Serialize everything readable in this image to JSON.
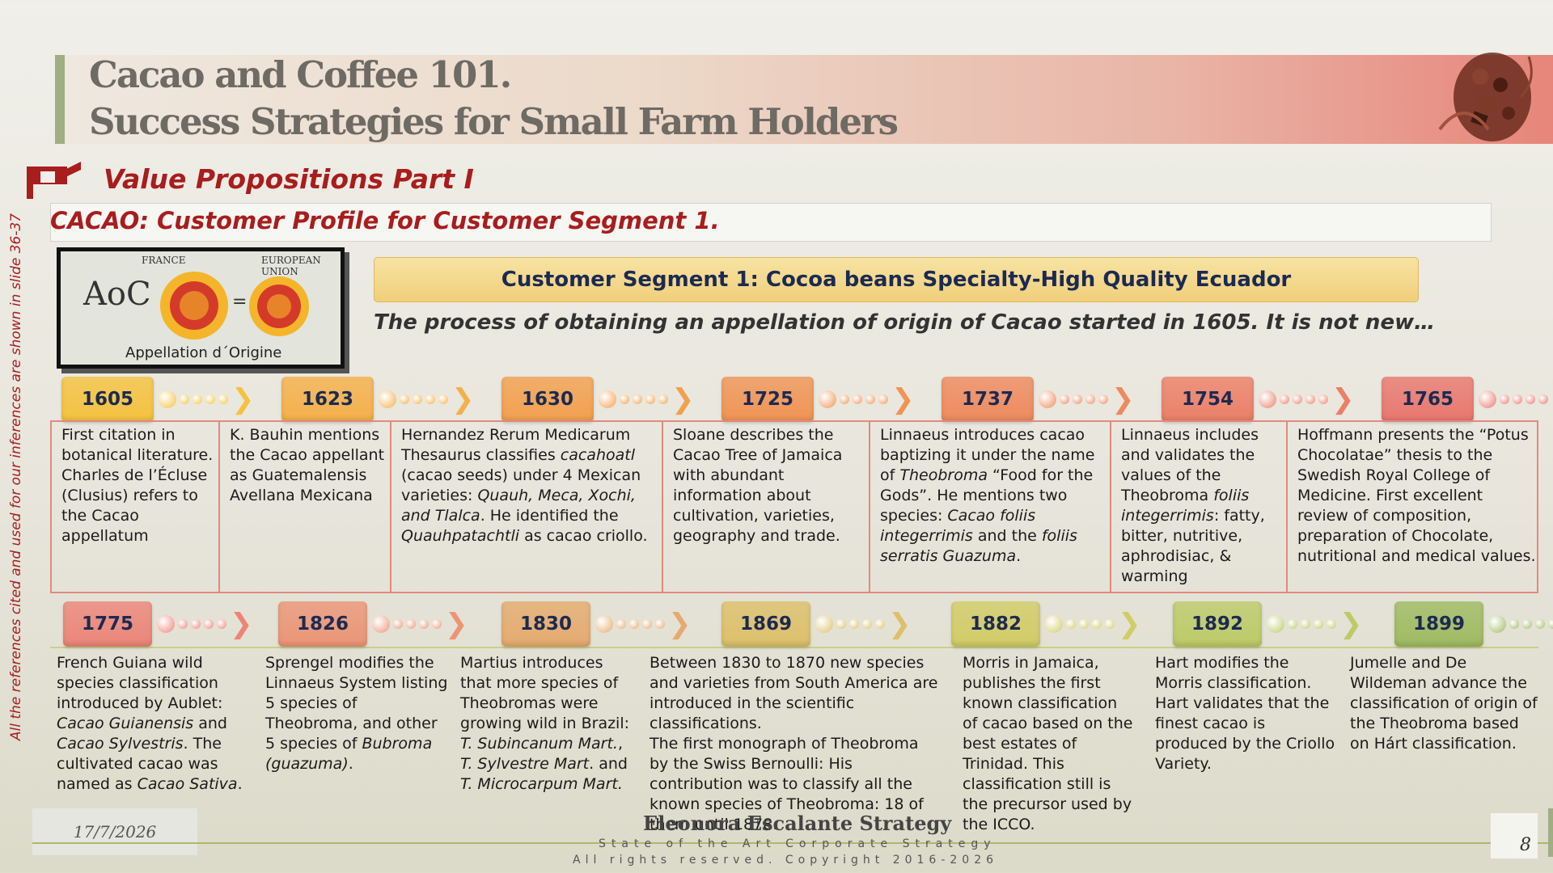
{
  "header": {
    "title_line1": "Cacao and Coffee 101.",
    "title_line2": "Success Strategies for Small Farm Holders"
  },
  "section_title": "Value Propositions Part I",
  "profile_title": "CACAO: Customer Profile for Customer Segment 1.",
  "side_note": "All the references cited and used for our inferences are shown in slide 36-37",
  "aoc": {
    "france": "FRANCE",
    "eu": "EUROPEAN UNION",
    "mark": "AoC",
    "caption": "Appellation d´Origine"
  },
  "segment_bar": "Customer Segment 1: Cocoa beans Specialty-High Quality Ecuador",
  "process_line": "The process of obtaining an appellation of origin of Cacao started in 1605. It is not new…",
  "row1": [
    {
      "year": "1605",
      "color": "#f5c23f",
      "html": "First citation in botanical literature.<br>Charles de l’Écluse (Clusius) refers to the Cacao appellatum"
    },
    {
      "year": "1623",
      "color": "#f5b04a",
      "html": "K. Bauhin mentions the Cacao appellant as Guatemalensis Avellana Mexicana"
    },
    {
      "year": "1630",
      "color": "#f2a04e",
      "html": "Hernandez Rerum Medicarum Thesaurus classifies <i>cacahoatl</i> (cacao seeds) under 4 Mexican varieties: <i>Quauh, Meca, Xochi, and Tlalca</i>. He identified the <i>Quauhpatachtli</i> as cacao criollo."
    },
    {
      "year": "1725",
      "color": "#f09455",
      "html": "Sloane describes the Cacao Tree of Jamaica with abundant information about cultivation, varieties, geography and trade."
    },
    {
      "year": "1737",
      "color": "#ee8a5e",
      "html": "Linnaeus introduces cacao baptizing it under the name of <i>Theobroma</i> “Food for the Gods”. He mentions two species: <i>Cacao foliis integerrimis</i> and the <i>foliis serratis Guazuma</i>."
    },
    {
      "year": "1754",
      "color": "#ec7f67",
      "html": "Linnaeus includes and validates the values of the Theobroma <i>foliis integerrimis</i>: fatty, bitter, nutritive, aphrodisiac, &amp; warming"
    },
    {
      "year": "1765",
      "color": "#e9776e",
      "html": "Hoffmann presents the “Potus Chocolatae” thesis to the Swedish Royal College of Medicine. First excellent review of composition, preparation of Chocolate, nutritional and medical values."
    }
  ],
  "row2": [
    {
      "year": "1775",
      "color": "#ec8579",
      "html": "French Guiana wild species classification introduced by Aublet: <i>Cacao Guianensis</i> and <i>Cacao Sylvestris</i>. The cultivated cacao was named as <i>Cacao Sativa</i>."
    },
    {
      "year": "1826",
      "color": "#eb9577",
      "html": "Sprengel modifies the Linnaeus System listing 5 species of Theobroma, and other 5 species of <i>Bubroma (guazuma)</i>."
    },
    {
      "year": "1830",
      "color": "#e5ab6e",
      "html": "Martius introduces that more species of Theobromas were growing wild in Brazil:  <i>T. Subincanum Mart.</i>, <i>T. Sylvestre Mart</i>. and <i>T. Microcarpum Mart.</i>"
    },
    {
      "year": "1869",
      "color": "#ddc06a",
      "html": "Between 1830 to 1870 new species and varieties from South America are introduced in the scientific classifications.<br>The first monograph of Theobroma by the Swiss Bernoulli: His contribution was to classify all the known species of Theobroma: 18 of them until 1878."
    },
    {
      "year": "1882",
      "color": "#d2cc66",
      "html": "Morris in Jamaica, publishes the first known classification of cacao based on the best estates of Trinidad. This classification still is the precursor used by the ICCO."
    },
    {
      "year": "1892",
      "color": "#bccb68",
      "html": "Hart modifies the Morris classification. Hart validates that the finest cacao is produced by the Criollo Variety."
    },
    {
      "year": "1899",
      "color": "#9fbb62",
      "html": "Jumelle and De Wildeman advance the classification of origin of the Theobroma based on Hárt classification."
    }
  ],
  "footer": {
    "date": "17/7/2026",
    "brand": "Eleonora Escalante Strategy",
    "tagline": "State of the Art Corporate Strategy",
    "copyright": "All rights reserved. Copyright 2016-2026",
    "page": "8"
  }
}
